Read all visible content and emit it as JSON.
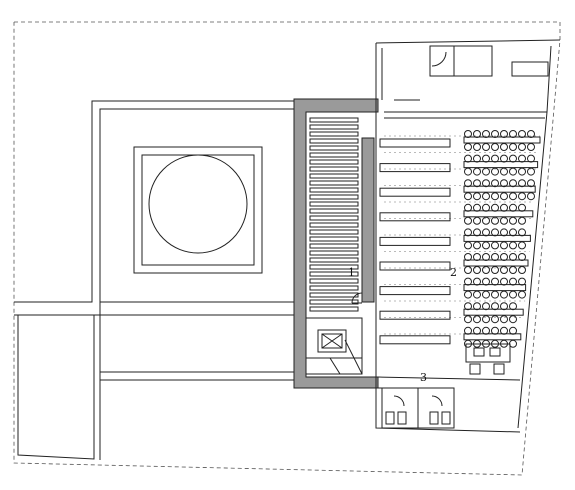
{
  "labels": {
    "room_1": "1",
    "room_2": "2",
    "room_3": "3"
  },
  "colors": {
    "line": "#222222",
    "wall_fill": "#9a9a9a",
    "background": "#ffffff"
  }
}
